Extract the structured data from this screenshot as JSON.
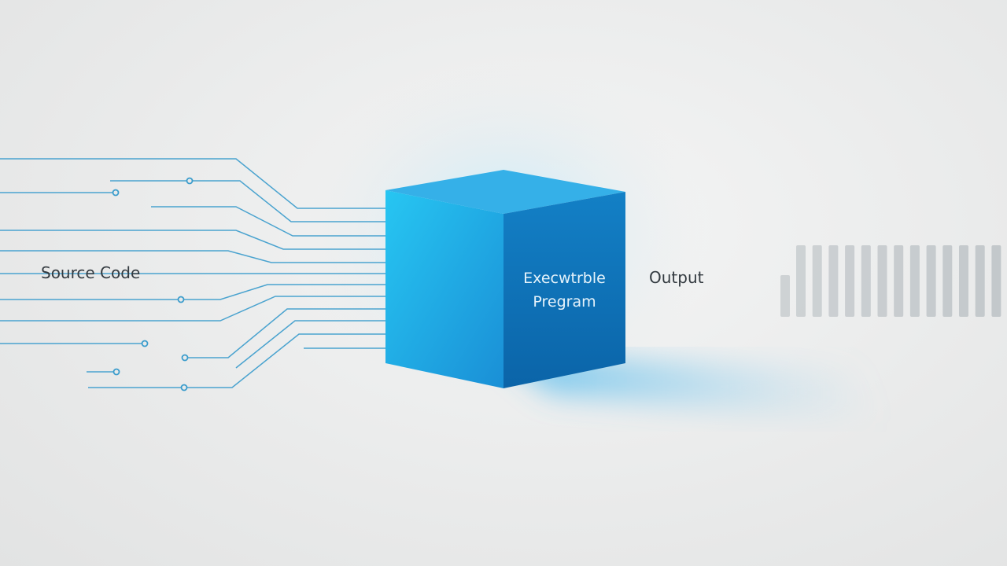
{
  "labels": {
    "source": "Source Code",
    "program_line1": "Execwtrble",
    "program_line2": "Pregram",
    "output": "Output"
  },
  "colors": {
    "line": "#4aa3cf",
    "cube_top": "#2fa8e4",
    "cube_front": "#22b5ea",
    "cube_side": "#0f73bb",
    "bar": "#c3c8cb"
  }
}
